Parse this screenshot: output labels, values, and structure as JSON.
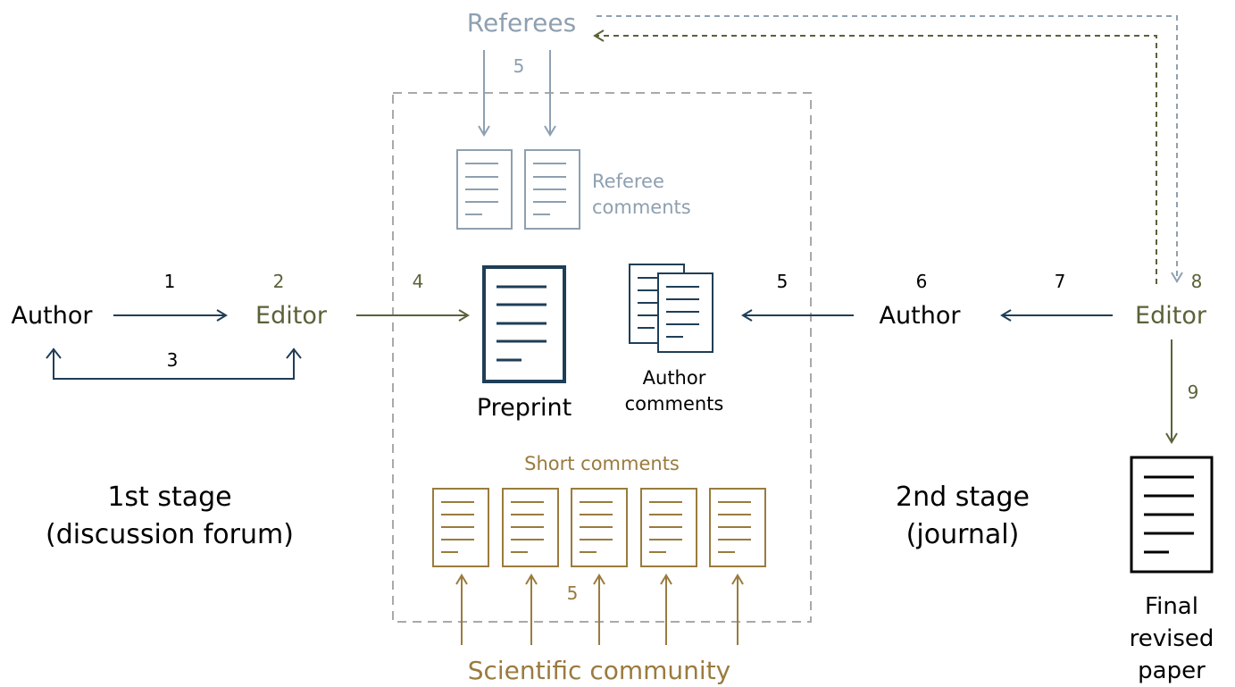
{
  "colors": {
    "navy": "#1f3e57",
    "olive": "#5a6238",
    "slate": "#8ea0b0",
    "bronze": "#9a7b3e",
    "dash_box": "#a9a9a9",
    "ink": "#000000"
  },
  "nodes": {
    "referees": "Referees",
    "author_left": "Author",
    "editor_left": "Editor",
    "author_right": "Author",
    "editor_right": "Editor",
    "scientific_community": "Scientific community"
  },
  "documents": {
    "referee_comments": [
      "Referee",
      "comments"
    ],
    "preprint": "Preprint",
    "author_comments": [
      "Author",
      "comments"
    ],
    "short_comments": "Short comments",
    "final_paper": [
      "Final",
      "revised",
      "paper"
    ]
  },
  "stages": {
    "first": [
      "1st stage",
      "(discussion forum)"
    ],
    "second": [
      "2nd stage",
      "(journal)"
    ]
  },
  "step_labels": {
    "s1": "1",
    "s2": "2",
    "s3": "3",
    "s4": "4",
    "s5_referees": "5",
    "s5_author": "5",
    "s5_community": "5",
    "s6": "6",
    "s7": "7",
    "s8": "8",
    "s9": "9"
  }
}
